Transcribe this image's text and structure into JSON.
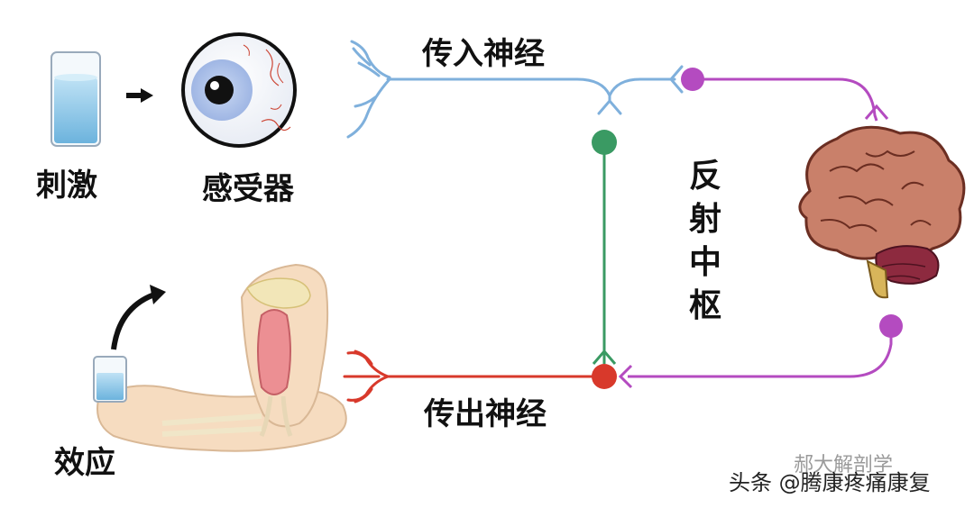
{
  "labels": {
    "stimulus": "刺激",
    "receptor": "感受器",
    "afferent_nerve": "传入神经",
    "efferent_nerve": "传出神经",
    "reflex_center": "反射中枢",
    "effector": "效应"
  },
  "watermarks": {
    "wechat": "郝大解剖学",
    "toutiao": "头条 @腾康疼痛康复"
  },
  "colors": {
    "afferent": "#7fb0dc",
    "efferent": "#d8392b",
    "interneuron": "#3a9a63",
    "central": "#b44bc0",
    "water": "#8fc6e6",
    "brain": "#c9806a",
    "cerebellum": "#8d2a3f",
    "skin": "#f6dcc0",
    "muscle": "#ec8f93"
  }
}
